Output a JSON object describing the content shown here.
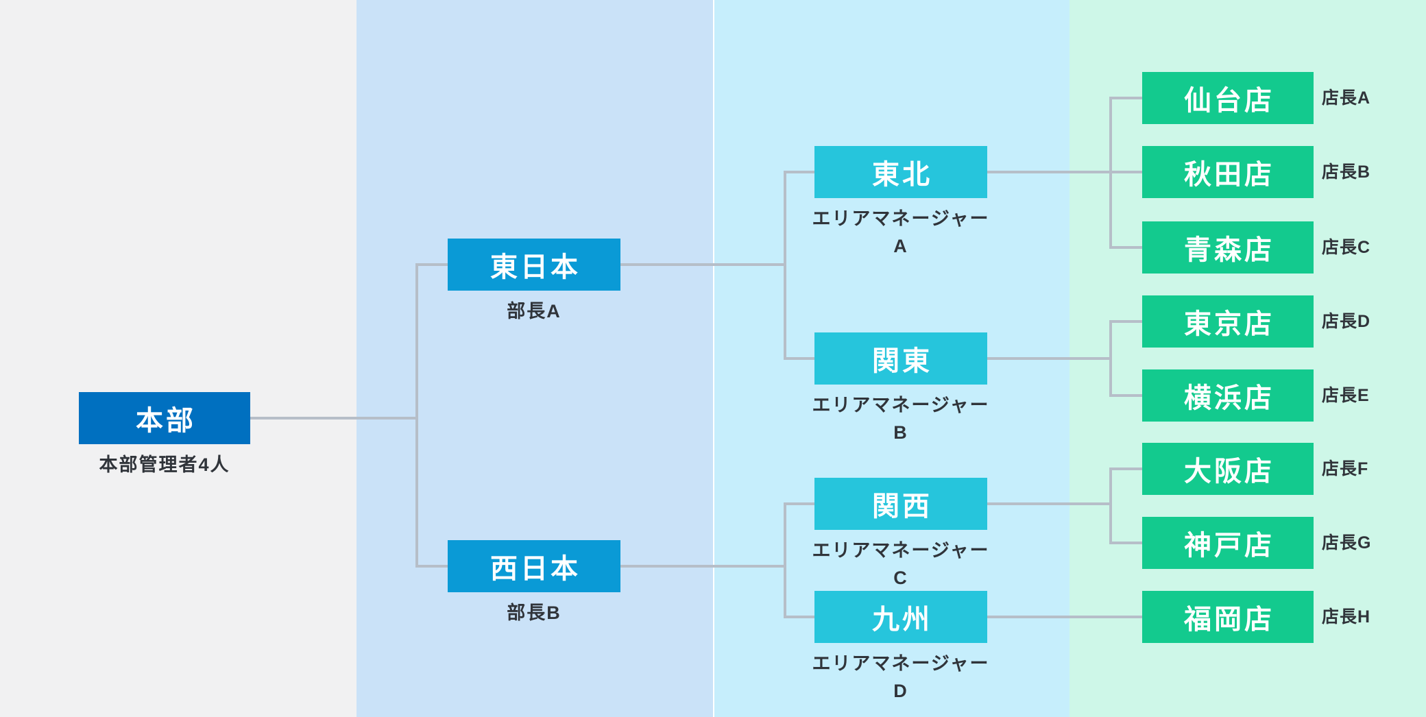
{
  "diagram": {
    "type": "org-chart",
    "root": {
      "title": "本部",
      "subtitle": "本部管理者4人"
    },
    "divisions": [
      {
        "title": "東日本",
        "subtitle": "部長A"
      },
      {
        "title": "西日本",
        "subtitle": "部長B"
      }
    ],
    "areas": [
      {
        "title": "東北",
        "subtitle": "エリアマネージャーA"
      },
      {
        "title": "関東",
        "subtitle": "エリアマネージャーB"
      },
      {
        "title": "関西",
        "subtitle": "エリアマネージャーC"
      },
      {
        "title": "九州",
        "subtitle": "エリアマネージャーD"
      }
    ],
    "stores": [
      {
        "title": "仙台店",
        "manager": "店長A"
      },
      {
        "title": "秋田店",
        "manager": "店長B"
      },
      {
        "title": "青森店",
        "manager": "店長C"
      },
      {
        "title": "東京店",
        "manager": "店長D"
      },
      {
        "title": "横浜店",
        "manager": "店長E"
      },
      {
        "title": "大阪店",
        "manager": "店長F"
      },
      {
        "title": "神戸店",
        "manager": "店長G"
      },
      {
        "title": "福岡店",
        "manager": "店長H"
      }
    ],
    "colors": {
      "band_level1": "#f1f1f2",
      "band_level2": "#cae2f8",
      "band_level3": "#c6eefc",
      "band_level4": "#cef7e8",
      "node_root": "#0070c0",
      "node_division": "#0a9ad6",
      "node_area": "#26c5dc",
      "node_store": "#13ca8e",
      "connector": "#b6bec8",
      "label_text": "#30343a"
    }
  }
}
